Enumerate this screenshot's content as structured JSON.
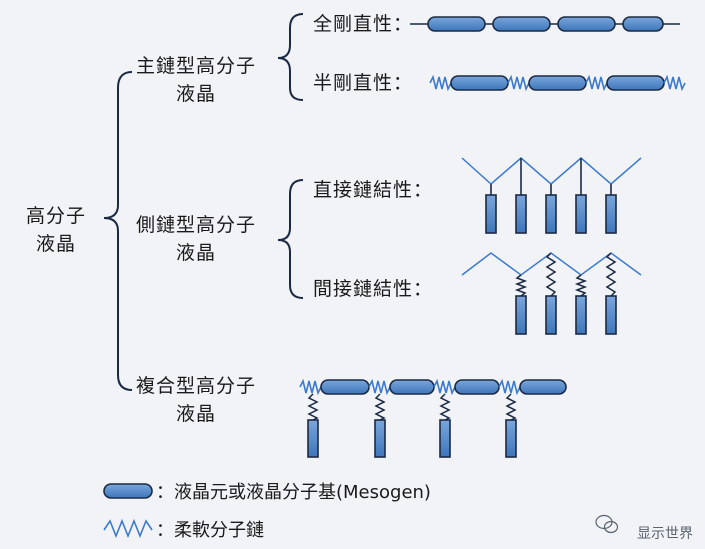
{
  "root_label": [
    "高分子",
    "液晶"
  ],
  "groups": {
    "main_chain": {
      "label": [
        "主鏈型高分子",
        "液晶"
      ],
      "sub": [
        "全剛直性：",
        "半剛直性："
      ]
    },
    "side_chain": {
      "label": [
        "側鏈型高分子",
        "液晶"
      ],
      "sub": [
        "直接鏈結性：",
        "間接鏈結性："
      ]
    },
    "combined": {
      "label": [
        "複合型高分子",
        "液晶"
      ]
    }
  },
  "legend": {
    "mesogen": "：液晶元或液晶分子基(Mesogen)",
    "flexible": "：柔軟分子鏈"
  },
  "watermark": "显示世界",
  "colors": {
    "mesogen_fill": "#4f86c6",
    "stroke": "#1b2a44",
    "zigzag": "#3b7ad1",
    "background": "#f1f3f6"
  }
}
